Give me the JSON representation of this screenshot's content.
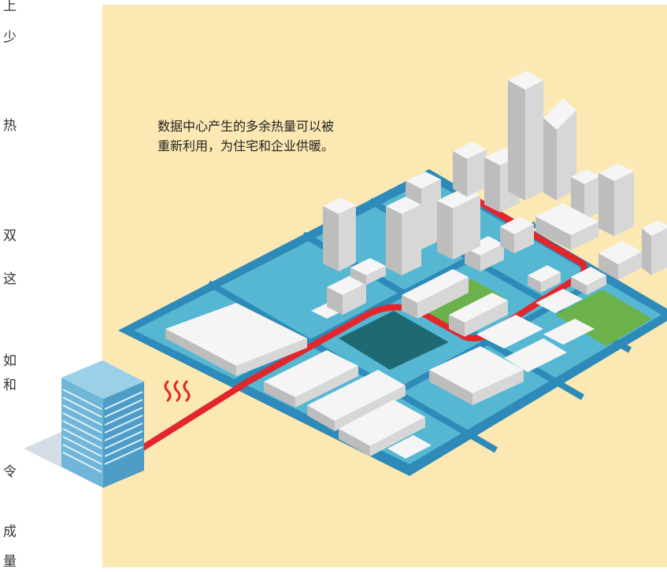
{
  "caption": "数据中心产生的多余热量可以被重新利用，为住宅和企业供暖。",
  "left_column_chars": [
    "上",
    "少",
    "热",
    "双",
    "这",
    "如",
    "和",
    "令",
    "成",
    "量"
  ],
  "colors": {
    "panel": "#fbe8b3",
    "base": "#2e8ab8",
    "base_inner": "#56b7d3",
    "pond": "#1f6a72",
    "park": "#6bb24a",
    "pipe": "#e2262b",
    "building_top": "#f5f5f5",
    "building_side": "#d7d7d7",
    "building_dark": "#bdbdbd",
    "server": "#7cc0df"
  },
  "icons": [
    "heat-waves-icon",
    "data-center-server-icon"
  ]
}
